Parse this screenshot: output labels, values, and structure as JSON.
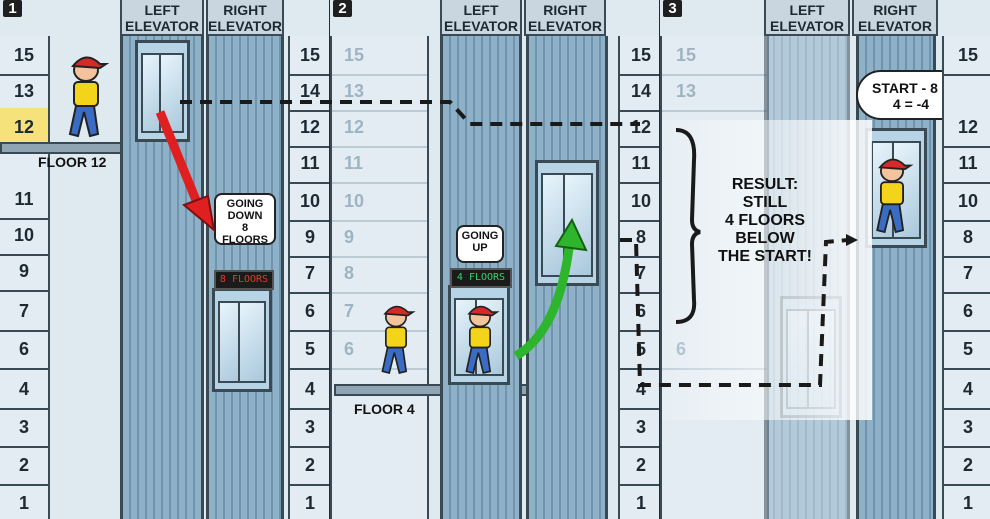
{
  "panels": [
    {
      "number": "1",
      "left_elevator": "LEFT\nELEVATOR",
      "right_elevator": "RIGHT\nELEVATOR",
      "left_floors": [
        "15",
        "13",
        "12",
        "11",
        "10",
        "9",
        "7",
        "6",
        "4",
        "3",
        "2",
        "1"
      ],
      "right_floors": [
        "15",
        "14",
        "12",
        "11",
        "10",
        "9",
        "7",
        "6",
        "5",
        "4",
        "3",
        "2",
        "1"
      ],
      "floor_label": "FLOOR 12",
      "bubble": "GOING\nDOWN\n8 FLOORS",
      "display": "8 FLOORS"
    },
    {
      "number": "2",
      "left_elevator": "LEFT\nELEVATOR",
      "right_elevator": "RIGHT\nELEVATOR",
      "left_floors": [
        "15",
        "13",
        "12",
        "11",
        "10",
        "9",
        "8",
        "7",
        "6"
      ],
      "right_floors": [
        "15",
        "14",
        "12",
        "11",
        "10",
        "8",
        "7",
        "6",
        "5",
        "4",
        "3",
        "2",
        "1"
      ],
      "floor_label": "FLOOR 4",
      "bubble": "GOING\nUP",
      "display": "4 FLOORS"
    },
    {
      "number": "3",
      "left_elevator": "LEFT\nELEVATOR",
      "right_elevator": "RIGHT\nELEVATOR",
      "left_floors": [
        "15",
        "13",
        "",
        "",
        "",
        "",
        "",
        "",
        "6"
      ],
      "right_floors": [
        "15",
        "12",
        "11",
        "10",
        "8",
        "7",
        "6",
        "5",
        "4",
        "3",
        "2",
        "1"
      ],
      "result": "RESULT:\nSTILL\n4 FLOORS\nBELOW\nTHE START!",
      "thought": "START - 8 +\n4 = -4"
    }
  ],
  "colors": {
    "down_arrow": "#e02020",
    "up_arrow": "#2db52d",
    "highlight": "#f6e27a",
    "down_display": "#e23b2b",
    "up_display": "#36d36b"
  }
}
